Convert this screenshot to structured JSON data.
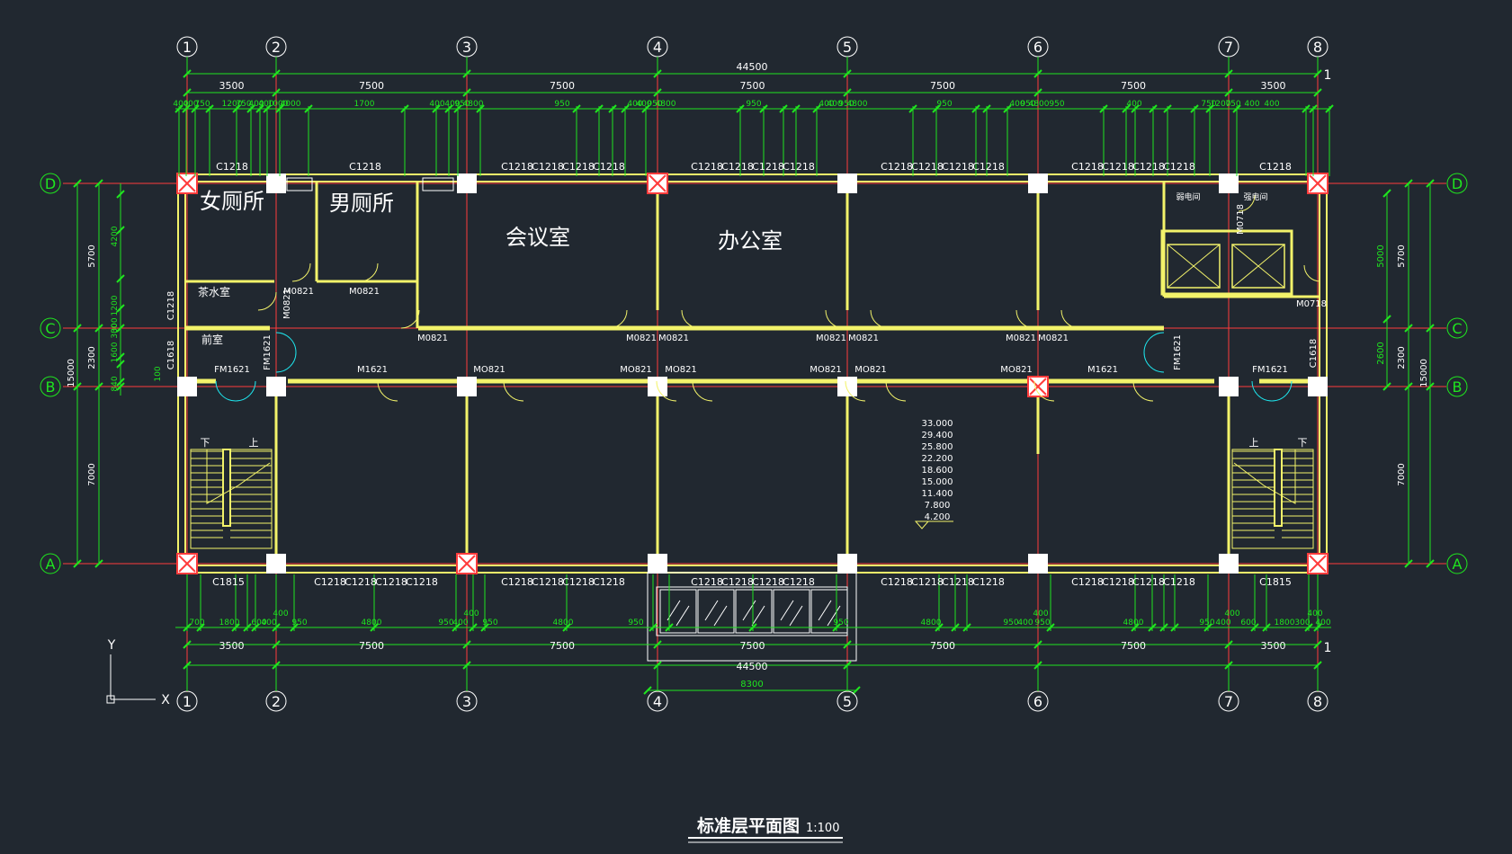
{
  "drawing": {
    "title": "标准层平面图",
    "scale": "1:100"
  },
  "colors": {
    "background": "#212830",
    "wall": "#f3f36a",
    "axis": "#ff3b3b",
    "dimension": "#1fe51f",
    "text": "#ffffff",
    "door": "#1ee6ee",
    "ucs": "#ffffff"
  },
  "grid": {
    "x_labels": [
      "1",
      "2",
      "3",
      "4",
      "5",
      "6",
      "7",
      "8"
    ],
    "y_labels": [
      "A",
      "B",
      "C",
      "D"
    ]
  },
  "rooms": [
    {
      "id": "womens-restroom",
      "label": "女厕所"
    },
    {
      "id": "mens-restroom",
      "label": "男厕所"
    },
    {
      "id": "meeting-room",
      "label": "会议室"
    },
    {
      "id": "office",
      "label": "办公室"
    },
    {
      "id": "tea-room",
      "label": "茶水室"
    },
    {
      "id": "front-room",
      "label": "前室"
    },
    {
      "id": "weak-current-room",
      "label": "弱电间"
    },
    {
      "id": "strong-current-room",
      "label": "强电间"
    }
  ],
  "stairs": {
    "down": "下",
    "up": "上"
  },
  "dimensions": {
    "overall": "44500",
    "bay_top": [
      "3500",
      "7500",
      "7500",
      "7500",
      "7500",
      "7500",
      "3500"
    ],
    "bay_bottom": [
      "3500",
      "7500",
      "7500",
      "7500",
      "7500",
      "7500",
      "3500"
    ],
    "top_detail": [
      "400",
      "400",
      "750",
      "1200",
      "750",
      "400",
      "400",
      "1000",
      "4000",
      "1700",
      "400",
      "400",
      "950",
      "4800",
      "950",
      "400",
      "400",
      "950",
      "4800",
      "950",
      "400",
      "400",
      "950",
      "4800",
      "950",
      "400",
      "950",
      "4800",
      "950",
      "400",
      "750",
      "1200",
      "750",
      "400",
      "400"
    ],
    "bottom_detail": [
      "700",
      "1800",
      "600",
      "400",
      "950",
      "4800",
      "950",
      "400",
      "950",
      "4800",
      "950",
      "950",
      "4800",
      "950",
      "400",
      "950",
      "4800",
      "950",
      "400",
      "600",
      "1800",
      "300",
      "400"
    ],
    "bottom_small_400": "400",
    "entrance_width": "8300",
    "left_overall": "15000",
    "left_bays": [
      "5700",
      "2300",
      "7000"
    ],
    "left_detail": [
      "4200",
      "1200",
      "300",
      "1600",
      "300",
      "840",
      "100"
    ],
    "right_overall": "15000",
    "right_bays": [
      "5700",
      "2300",
      "7000"
    ],
    "right_detail": [
      "5000",
      "2600"
    ],
    "level_marker": "1"
  },
  "window_labels": {
    "c1218": "C1218",
    "c1815": "C1815",
    "c1618": "C1618"
  },
  "door_labels": {
    "m0821": "M0821",
    "m1621": "M1621",
    "fm1621": "FM1621",
    "m0718": "M0718",
    "m0821_b": "MO821"
  },
  "elevations": [
    "33.000",
    "29.400",
    "25.800",
    "22.200",
    "18.600",
    "15.000",
    "11.400",
    "7.800",
    "4.200"
  ],
  "ucs": {
    "x": "X",
    "y": "Y"
  }
}
